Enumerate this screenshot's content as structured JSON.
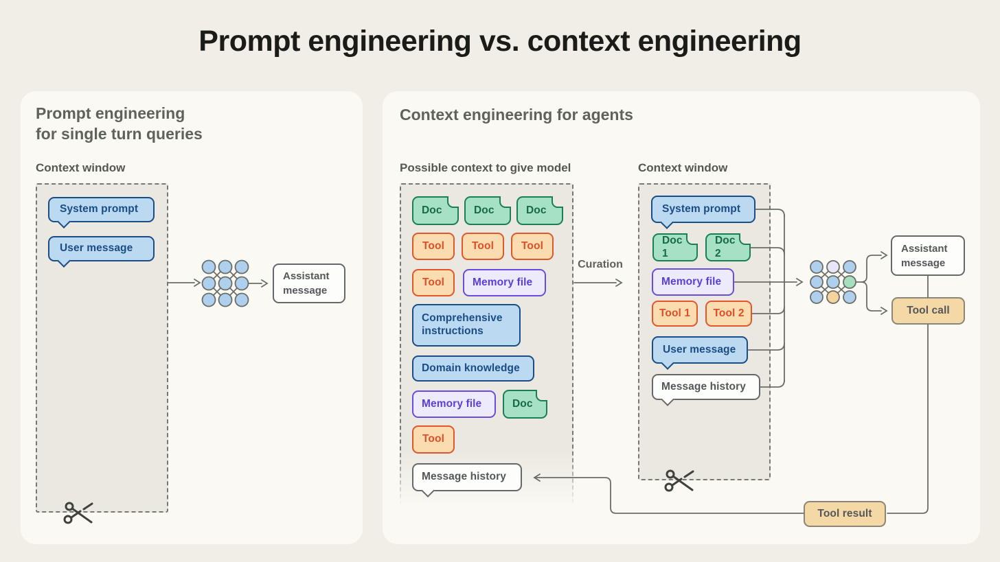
{
  "title": "Prompt engineering vs. context engineering",
  "left_panel": {
    "heading_line1": "Prompt engineering",
    "heading_line2": "for single turn queries",
    "context_window_label": "Context window",
    "system_prompt": "System prompt",
    "user_message": "User message",
    "assistant_message": "Assistant message"
  },
  "right_panel": {
    "heading": "Context engineering for agents",
    "possible_context_label": "Possible context to give model",
    "context_window_label": "Context window",
    "curation_label": "Curation",
    "possible_context": {
      "docs_row": [
        "Doc",
        "Doc",
        "Doc"
      ],
      "tools_row": [
        "Tool",
        "Tool",
        "Tool"
      ],
      "tool4": "Tool",
      "memory_file1": "Memory file",
      "comprehensive_instructions": "Comprehensive instructions",
      "domain_knowledge": "Domain knowledge",
      "memory_file2": "Memory file",
      "doc4": "Doc",
      "tool5": "Tool",
      "message_history": "Message history"
    },
    "context_window": {
      "system_prompt": "System prompt",
      "doc1": "Doc 1",
      "doc2": "Doc 2",
      "memory_file": "Memory file",
      "tool1": "Tool 1",
      "tool2": "Tool 2",
      "user_message": "User message",
      "message_history": "Message history"
    },
    "assistant_message": "Assistant message",
    "tool_call": "Tool call",
    "tool_result": "Tool result"
  },
  "icons": {
    "network": "neural-network-icon",
    "scissors": "scissors-icon",
    "arrow": "flow-arrow-icon"
  },
  "colors": {
    "background": "#F0EEE6",
    "card": "#FAF9F4",
    "dashed_fill": "#EAE8E0",
    "line": "#6A6D66",
    "blue_fill": "#BCD9F2",
    "blue_border": "#1A4C85",
    "green_fill": "#A7E1C4",
    "green_border": "#197D56",
    "orange_fill": "#FBDCB0",
    "orange_border": "#E2562B",
    "purple_fill": "#EDEBFB",
    "purple_border": "#6A4BE0",
    "tan_fill": "#F4D8A5",
    "tan_border": "#8A8577",
    "white_fill": "#FDFDFB",
    "gray_border": "#65686B"
  }
}
